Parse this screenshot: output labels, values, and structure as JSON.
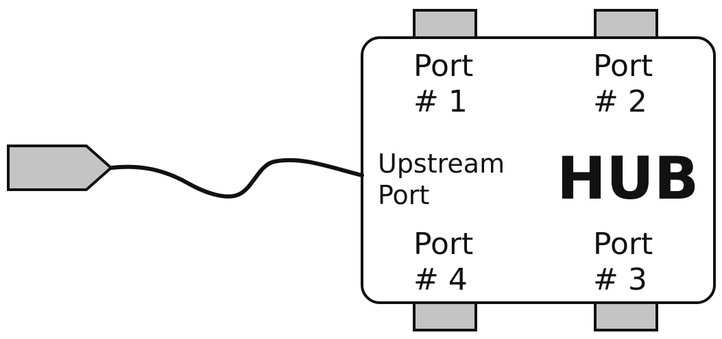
{
  "hub": {
    "title": "HUB",
    "upstream_line1": "Upstream",
    "upstream_line2": "Port"
  },
  "ports": [
    {
      "line1": "Port",
      "line2": "# 1"
    },
    {
      "line1": "Port",
      "line2": "# 2"
    },
    {
      "line1": "Port",
      "line2": "# 4"
    },
    {
      "line1": "Port",
      "line2": "# 3"
    }
  ],
  "colors": {
    "outline": "#111111",
    "connector_fill": "#c4c4c4",
    "background": "#ffffff"
  }
}
